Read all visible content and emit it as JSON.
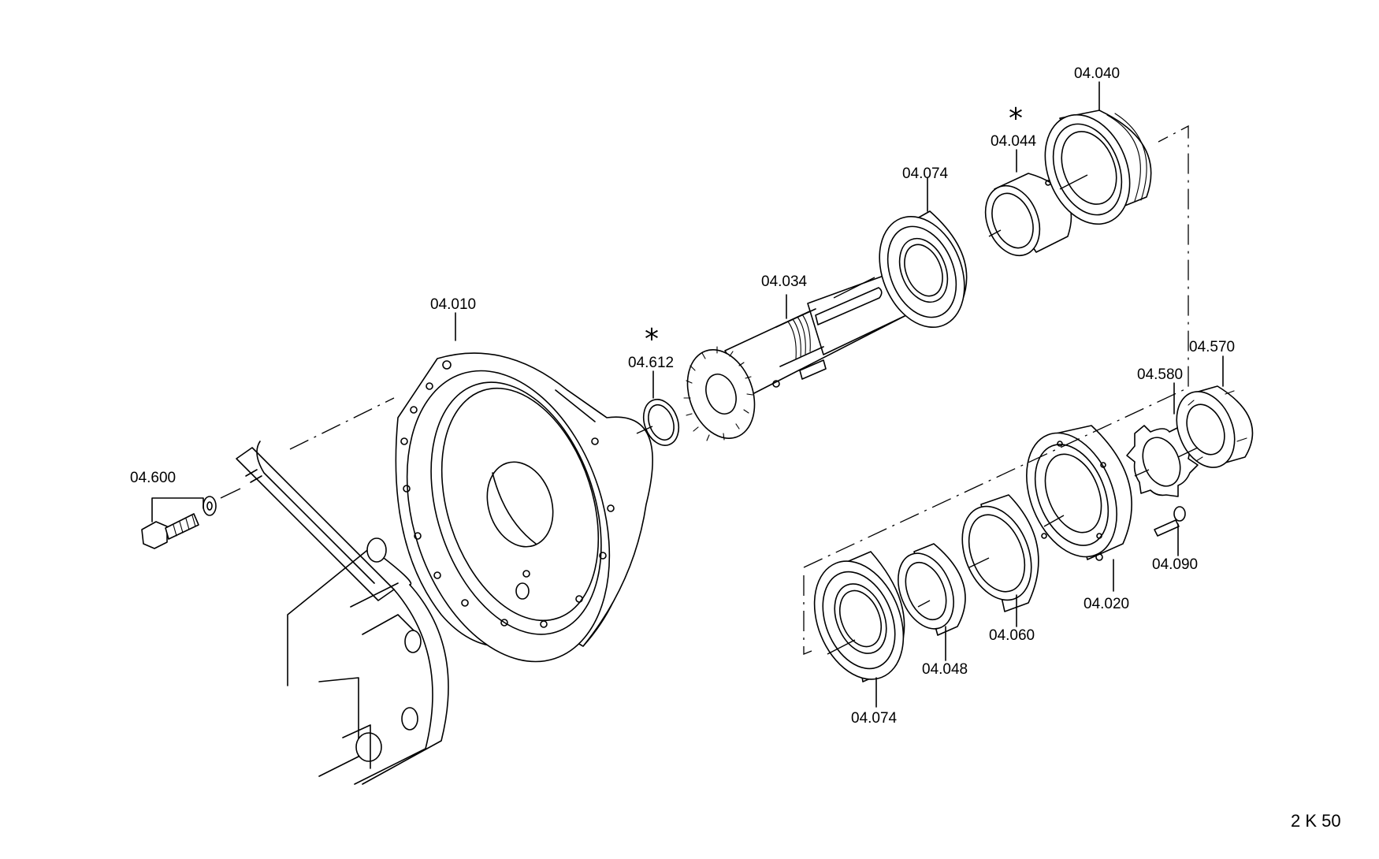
{
  "labels": {
    "p_04010": "04.010",
    "p_04034": "04.034",
    "p_04612": "04.612",
    "p_04074_top": "04.074",
    "p_04044": "04.044",
    "p_04040": "04.040",
    "p_04600": "04.600",
    "p_04570": "04.570",
    "p_04580": "04.580",
    "p_04090": "04.090",
    "p_04020": "04.020",
    "p_04060": "04.060",
    "p_04048": "04.048",
    "p_04074_bottom": "04.074"
  },
  "markers": {
    "star_04612": "*",
    "star_04044": "*"
  },
  "page_ref": "2 K 50"
}
